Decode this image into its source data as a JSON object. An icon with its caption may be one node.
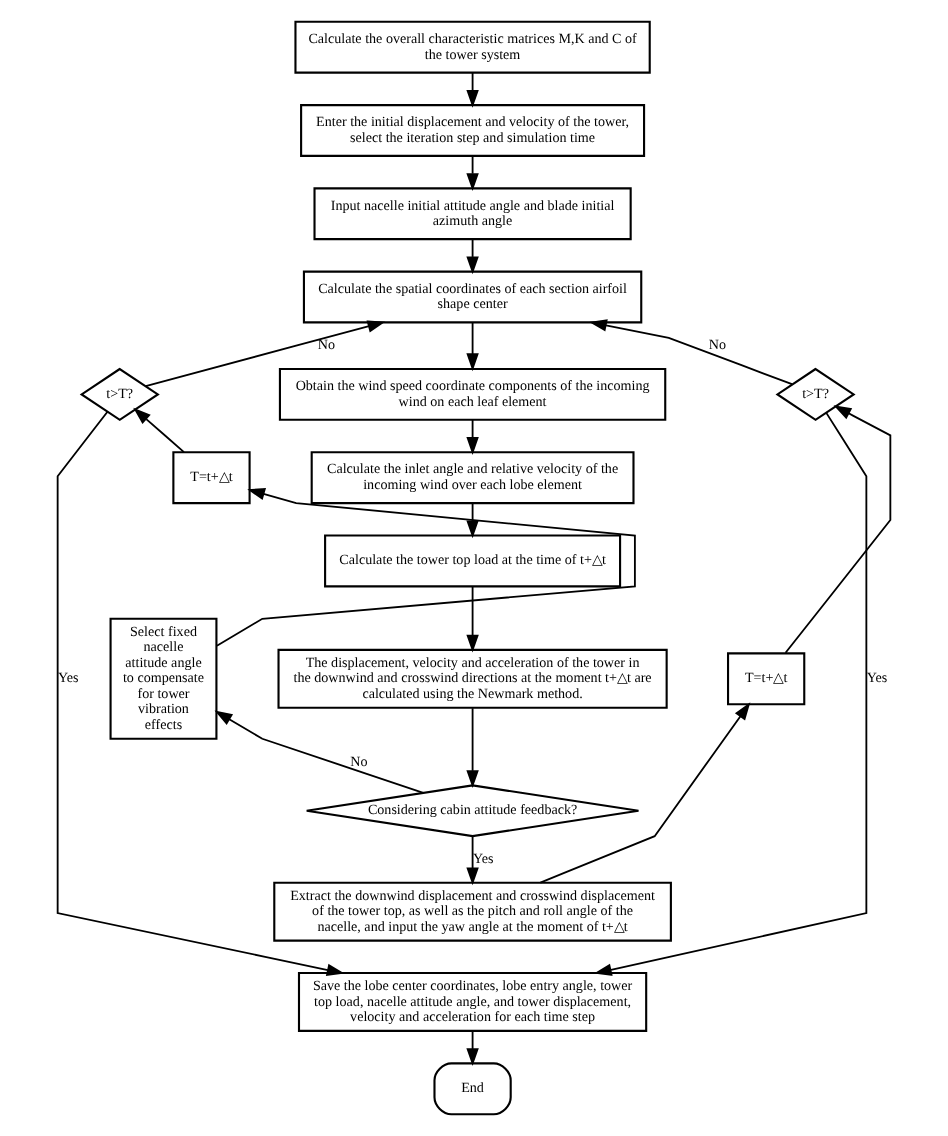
{
  "diagram": {
    "nodes": [
      {
        "text": [
          "Calculate the overall characteristic matrices M,K and C of the tower system"
        ]
      },
      {
        "text": [
          "Enter the initial displacement and velocity of the tower, select the iteration step and simulation time"
        ]
      },
      {
        "text": [
          "Input nacelle initial attitude angle and blade initial azimuth angle"
        ]
      },
      {
        "text": [
          "Calculate the spatial coordinates of each section airfoil shape center"
        ]
      },
      {
        "text": [
          "t>T?"
        ]
      },
      {
        "text": [
          "Obtain the wind speed coordinate components of the incoming wind on each leaf element"
        ]
      },
      {
        "text": [
          "t>T?"
        ]
      },
      {
        "text": [
          "Calculate the inlet angle and relative velocity of the incoming wind over each lobe element"
        ]
      },
      {
        "text": [
          "T=t+△t"
        ]
      },
      {
        "text": [
          "Calculate the tower top load at the time of t+△t"
        ]
      },
      {
        "text": [
          "Select fixed nacelle attitude angle to compensate for tower vibration effects"
        ]
      },
      {
        "text": [
          "The displacement, velocity and acceleration of the tower in the downwind and crosswind directions at the moment t+△t are calculated using the Newmark method."
        ]
      },
      {
        "text": [
          "T=t+△t"
        ]
      },
      {
        "text": [
          "Considering cabin attitude feedback?"
        ]
      },
      {
        "text": [
          "Extract the downwind displacement and crosswind displacement of the tower top, as well as the pitch and roll angle of the nacelle, and input the yaw angle at the moment of t+△t"
        ]
      },
      {
        "text": [
          "Save the lobe center coordinates, lobe entry angle, tower top load, nacelle attitude angle, and tower displacement, velocity and acceleration for each time step"
        ]
      },
      {
        "text": [
          "End"
        ]
      }
    ],
    "edges": [
      {
        "from": 0,
        "to": 1,
        "arrow": "to"
      },
      {
        "from": 1,
        "to": 2,
        "arrow": "to"
      },
      {
        "from": 2,
        "to": 3,
        "arrow": "to"
      },
      {
        "from": 3,
        "to": 5,
        "arrow": "to"
      },
      {
        "from": 5,
        "to": 7,
        "arrow": "to"
      },
      {
        "from": 7,
        "to": 9,
        "arrow": "to"
      },
      {
        "from": 9,
        "to": 11,
        "arrow": "to"
      },
      {
        "from": 11,
        "to": 13,
        "arrow": "to"
      },
      {
        "from": 13,
        "to": 10,
        "arrow": "to",
        "label": "No"
      },
      {
        "from": 10,
        "to": 8,
        "arrow": "to"
      },
      {
        "from": 8,
        "to": 4,
        "arrow": "to"
      },
      {
        "from": 4,
        "to": 3,
        "arrow": "to",
        "label": "No"
      },
      {
        "from": 4,
        "to": 15,
        "arrow": "to",
        "label": "Yes"
      },
      {
        "from": 13,
        "to": 14,
        "arrow": "to",
        "label": "Yes"
      },
      {
        "from": 14,
        "to": 12,
        "arrow": "to"
      },
      {
        "from": 12,
        "to": 6,
        "arrow": "to"
      },
      {
        "from": 6,
        "to": 3,
        "arrow": "to",
        "label": "No"
      },
      {
        "from": 6,
        "to": 15,
        "arrow": "to",
        "label": "Yes"
      },
      {
        "from": 15,
        "to": 16,
        "arrow": "to"
      }
    ]
  }
}
